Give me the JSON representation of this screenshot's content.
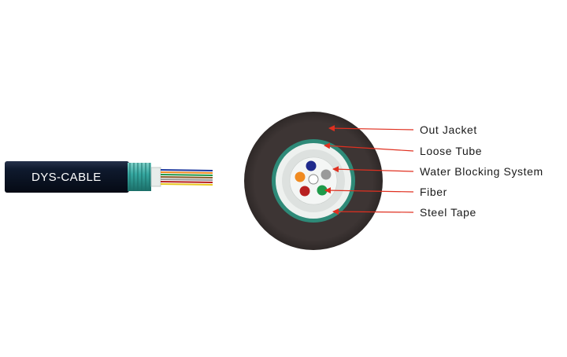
{
  "cable_side_view": {
    "brand_label": "DYS-CABLE"
  },
  "cross_section": {
    "callouts": [
      {
        "id": "out-jacket",
        "label": "Out Jacket"
      },
      {
        "id": "loose-tube",
        "label": "Loose Tube"
      },
      {
        "id": "water-blocking",
        "label": "Water Blocking System"
      },
      {
        "id": "fiber",
        "label": "Fiber"
      },
      {
        "id": "steel-tape",
        "label": "Steel Tape"
      }
    ],
    "fiber_colors": [
      "#1f2a8c",
      "#9a9a9a",
      "#1f9a4a",
      "#b82020",
      "#f08a20"
    ],
    "colors": {
      "jacket": "#3d3534",
      "steel_tape": "#2e8a78",
      "loose_tube": "#eef1ef",
      "water_blocking": "#d8dcda",
      "arrow": "#e03020",
      "side_sheath": "#0f1a2e",
      "side_armor": "#35a7a0"
    }
  }
}
